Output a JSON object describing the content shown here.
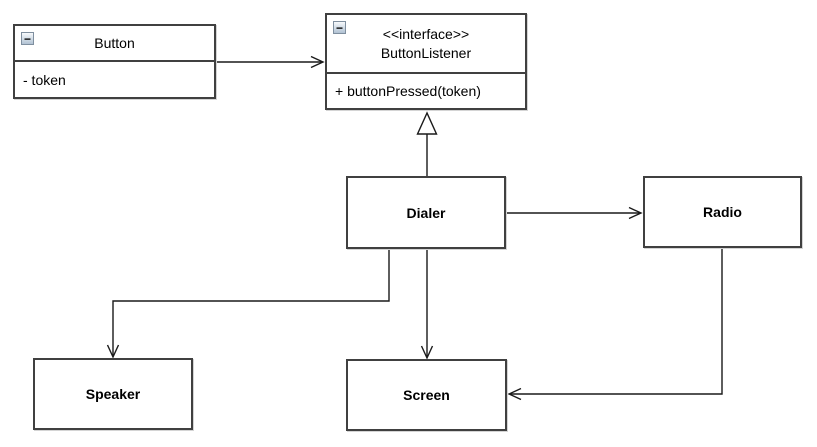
{
  "background_color": "#ffffff",
  "colors": {
    "box_border": "#404040",
    "connector": "#1a1a1a",
    "text": "#000000",
    "collapse_icon_border": "#7f8f9f"
  },
  "icons": {
    "collapse": "−"
  },
  "boxes": {
    "button": {
      "title": "Button",
      "members": "- token"
    },
    "listener": {
      "stereotype": "<<interface>>",
      "title": "ButtonListener",
      "members": "+ buttonPressed(token)"
    },
    "dialer": {
      "title": "Dialer"
    },
    "radio": {
      "title": "Radio"
    },
    "speaker": {
      "title": "Speaker"
    },
    "screen": {
      "title": "Screen"
    }
  },
  "connections": [
    {
      "from": "Button",
      "to": "ButtonListener",
      "type": "directed-association"
    },
    {
      "from": "Dialer",
      "to": "ButtonListener",
      "type": "realization"
    },
    {
      "from": "Dialer",
      "to": "Radio",
      "type": "directed-association"
    },
    {
      "from": "Dialer",
      "to": "Speaker",
      "type": "directed-association"
    },
    {
      "from": "Dialer",
      "to": "Screen",
      "type": "directed-association"
    },
    {
      "from": "Radio",
      "to": "Screen",
      "type": "directed-association"
    }
  ]
}
